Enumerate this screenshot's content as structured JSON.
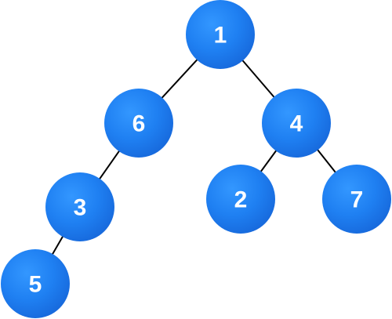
{
  "tree": {
    "node_color": "#1f80f2",
    "node_color_light": "#3397ff",
    "node_color_dark": "#1769dc",
    "label_color": "#ffffff",
    "edge_color": "#000000",
    "nodes": [
      {
        "id": "n1",
        "label": "1"
      },
      {
        "id": "n6",
        "label": "6"
      },
      {
        "id": "n4",
        "label": "4"
      },
      {
        "id": "n3",
        "label": "3"
      },
      {
        "id": "n2",
        "label": "2"
      },
      {
        "id": "n7",
        "label": "7"
      },
      {
        "id": "n5",
        "label": "5"
      }
    ],
    "edges": [
      {
        "from": "n1",
        "to": "n6"
      },
      {
        "from": "n1",
        "to": "n4"
      },
      {
        "from": "n6",
        "to": "n3"
      },
      {
        "from": "n4",
        "to": "n2"
      },
      {
        "from": "n4",
        "to": "n7"
      },
      {
        "from": "n3",
        "to": "n5"
      }
    ]
  }
}
